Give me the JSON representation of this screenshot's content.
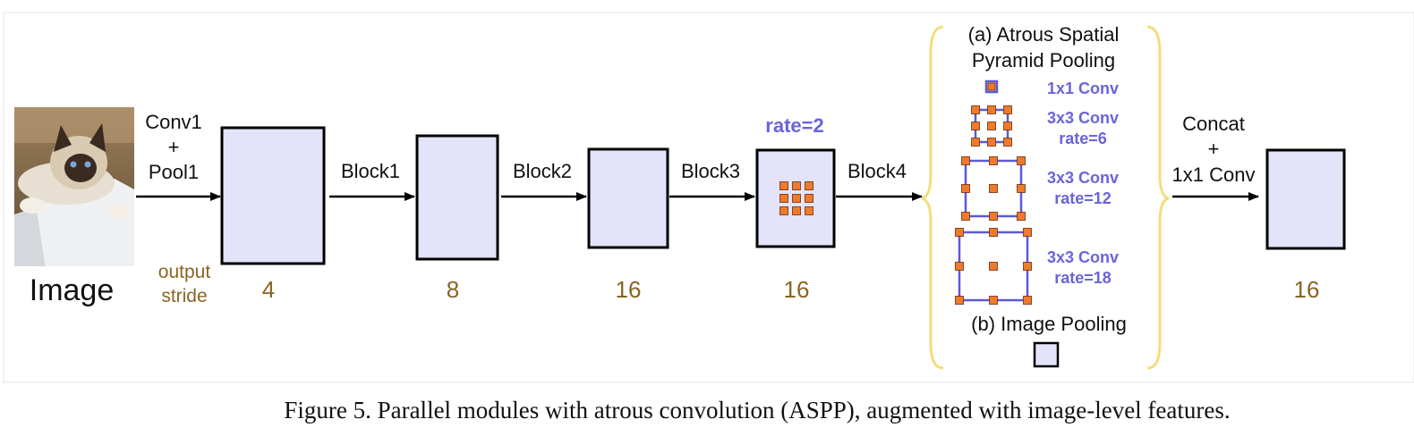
{
  "colors": {
    "feature_map_fill": "#e3e3fa",
    "kernel_blue": "#5e59d6",
    "stride_brown": "#8a6424",
    "tap_orange": "#ef7a2a",
    "brace_yellow": "#f4dd7a"
  },
  "input": {
    "label": "Image",
    "picture": "cat-photo"
  },
  "stem": {
    "line1": "Conv1",
    "line2": "+",
    "line3": "Pool1"
  },
  "stride_caption": {
    "line1": "output",
    "line2": "stride"
  },
  "stages": [
    {
      "block": "Block1",
      "stride": "4"
    },
    {
      "block": "Block2",
      "stride": "8"
    },
    {
      "block": "Block3",
      "stride": "16"
    },
    {
      "block": "Block4",
      "stride": "16",
      "rate": "rate=2"
    }
  ],
  "aspp": {
    "title_line1": "(a) Atrous Spatial",
    "title_line2": "Pyramid Pooling",
    "branches": [
      {
        "line1": "1x1 Conv",
        "line2": ""
      },
      {
        "line1": "3x3 Conv",
        "line2": "rate=6"
      },
      {
        "line1": "3x3 Conv",
        "line2": "rate=12"
      },
      {
        "line1": "3x3 Conv",
        "line2": "rate=18"
      }
    ],
    "image_pooling": "(b) Image Pooling"
  },
  "fusion": {
    "line1": "Concat",
    "line2": "+",
    "line3": "1x1 Conv"
  },
  "output": {
    "stride": "16"
  },
  "caption": "Figure 5. Parallel modules with atrous convolution (ASPP), augmented with image-level features."
}
